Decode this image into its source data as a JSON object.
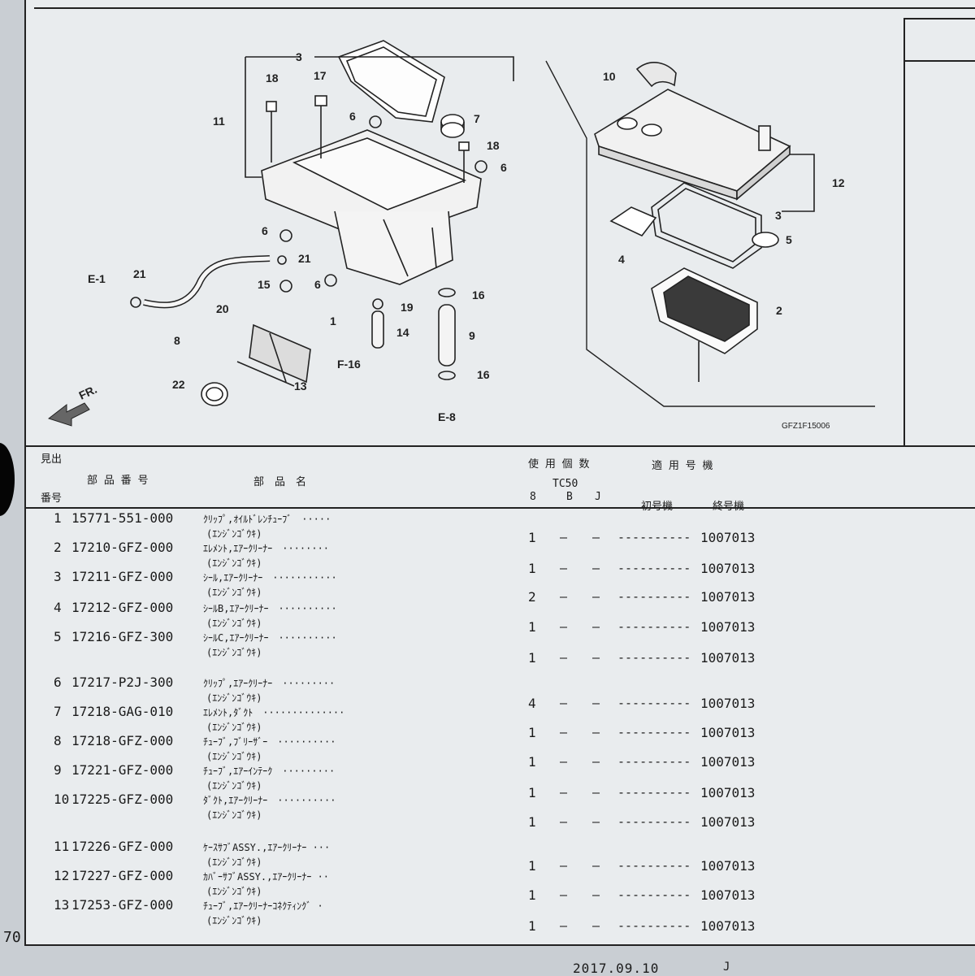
{
  "diagram": {
    "code": "GFZ1F15006",
    "front_label": "FR.",
    "refs": {
      "e1": "E-1",
      "e8": "E-8",
      "f16": "F-16"
    },
    "callouts": [
      "1",
      "2",
      "3",
      "3",
      "4",
      "5",
      "6",
      "6",
      "6",
      "6",
      "7",
      "8",
      "9",
      "10",
      "11",
      "12",
      "13",
      "14",
      "15",
      "16",
      "16",
      "17",
      "18",
      "18",
      "19",
      "20",
      "21",
      "21",
      "22"
    ]
  },
  "header": {
    "midashi": "見出",
    "bangou": "番号",
    "part_number": "部 品 番 号",
    "part_name": "部　品　名",
    "usage_qty": "使 用 個 数",
    "model": "TC50",
    "col_8": "8",
    "col_b": "B",
    "col_j": "J",
    "applicable": "適 用 号 機",
    "first_unit": "初号機",
    "last_unit": "終号機"
  },
  "rows": [
    {
      "idx": "1",
      "pn": "15771-551-000",
      "name": "ｸﾘｯﾌﾟ,ｵｲﾙﾄﾞﾚﾝﾁｭｰﾌﾞ　·····",
      "sub": "(ｴﾝｼﾞﾝｺﾞｳｷ)"
    },
    {
      "idx": "2",
      "pn": "17210-GFZ-000",
      "name": "ｴﾚﾒﾝﾄ,ｴｱｰｸﾘｰﾅｰ　········",
      "sub": "(ｴﾝｼﾞﾝｺﾞｳｷ)"
    },
    {
      "idx": "3",
      "pn": "17211-GFZ-000",
      "name": "ｼｰﾙ,ｴｱｰｸﾘｰﾅｰ　···········",
      "sub": "(ｴﾝｼﾞﾝｺﾞｳｷ)"
    },
    {
      "idx": "4",
      "pn": "17212-GFZ-000",
      "name": "ｼｰﾙB,ｴｱｰｸﾘｰﾅｰ　··········",
      "sub": "(ｴﾝｼﾞﾝｺﾞｳｷ)"
    },
    {
      "idx": "5",
      "pn": "17216-GFZ-300",
      "name": "ｼｰﾙC,ｴｱｰｸﾘｰﾅｰ　··········",
      "sub": "(ｴﾝｼﾞﾝｺﾞｳｷ)"
    },
    {
      "idx": "6",
      "pn": "17217-P2J-300",
      "name": "ｸﾘｯﾌﾟ,ｴｱｰｸﾘｰﾅｰ　·········",
      "sub": "(ｴﾝｼﾞﾝｺﾞｳｷ)"
    },
    {
      "idx": "7",
      "pn": "17218-GAG-010",
      "name": "ｴﾚﾒﾝﾄ,ﾀﾞｸﾄ　··············",
      "sub": "(ｴﾝｼﾞﾝｺﾞｳｷ)"
    },
    {
      "idx": "8",
      "pn": "17218-GFZ-000",
      "name": "ﾁｭｰﾌﾞ,ﾌﾞﾘｰｻﾞｰ　··········",
      "sub": "(ｴﾝｼﾞﾝｺﾞｳｷ)"
    },
    {
      "idx": "9",
      "pn": "17221-GFZ-000",
      "name": "ﾁｭｰﾌﾞ,ｴｱｰｲﾝﾃｰｸ　·········",
      "sub": "(ｴﾝｼﾞﾝｺﾞｳｷ)"
    },
    {
      "idx": "10",
      "pn": "17225-GFZ-000",
      "name": "ﾀﾞｸﾄ,ｴｱｰｸﾘｰﾅｰ　··········",
      "sub": "(ｴﾝｼﾞﾝｺﾞｳｷ)"
    },
    {
      "idx": "11",
      "pn": "17226-GFZ-000",
      "name": "ｹｰｽｻﾌﾞASSY.,ｴｱｰｸﾘｰﾅｰ ···",
      "sub": "(ｴﾝｼﾞﾝｺﾞｳｷ)"
    },
    {
      "idx": "12",
      "pn": "17227-GFZ-000",
      "name": "ｶﾊﾞｰｻﾌﾞASSY.,ｴｱｰｸﾘｰﾅｰ ··",
      "sub": "(ｴﾝｼﾞﾝｺﾞｳｷ)"
    },
    {
      "idx": "13",
      "pn": "17253-GFZ-000",
      "name": "ﾁｭｰﾌﾞ,ｴｱｰｸﾘｰﾅｰｺﾈｸﾃｨﾝｸﾞ ·",
      "sub": "(ｴﾝｼﾞﾝｺﾞｳｷ)"
    }
  ],
  "qty_rows": [
    {
      "q8": "1",
      "b": "–",
      "j": "–",
      "first": "----------",
      "last": "1007013"
    },
    {
      "q8": "1",
      "b": "–",
      "j": "–",
      "first": "----------",
      "last": "1007013"
    },
    {
      "q8": "2",
      "b": "–",
      "j": "–",
      "first": "----------",
      "last": "1007013"
    },
    {
      "q8": "1",
      "b": "–",
      "j": "–",
      "first": "----------",
      "last": "1007013"
    },
    {
      "q8": "1",
      "b": "–",
      "j": "–",
      "first": "----------",
      "last": "1007013"
    },
    {
      "q8": "4",
      "b": "–",
      "j": "–",
      "first": "----------",
      "last": "1007013"
    },
    {
      "q8": "1",
      "b": "–",
      "j": "–",
      "first": "----------",
      "last": "1007013"
    },
    {
      "q8": "1",
      "b": "–",
      "j": "–",
      "first": "----------",
      "last": "1007013"
    },
    {
      "q8": "1",
      "b": "–",
      "j": "–",
      "first": "----------",
      "last": "1007013"
    },
    {
      "q8": "1",
      "b": "–",
      "j": "–",
      "first": "----------",
      "last": "1007013"
    },
    {
      "q8": "1",
      "b": "–",
      "j": "–",
      "first": "----------",
      "last": "1007013"
    },
    {
      "q8": "1",
      "b": "–",
      "j": "–",
      "first": "----------",
      "last": "1007013"
    },
    {
      "q8": "1",
      "b": "–",
      "j": "–",
      "first": "----------",
      "last": "1007013"
    }
  ],
  "footer": {
    "page": "70",
    "date": "2017.09.10",
    "mark": "J"
  }
}
